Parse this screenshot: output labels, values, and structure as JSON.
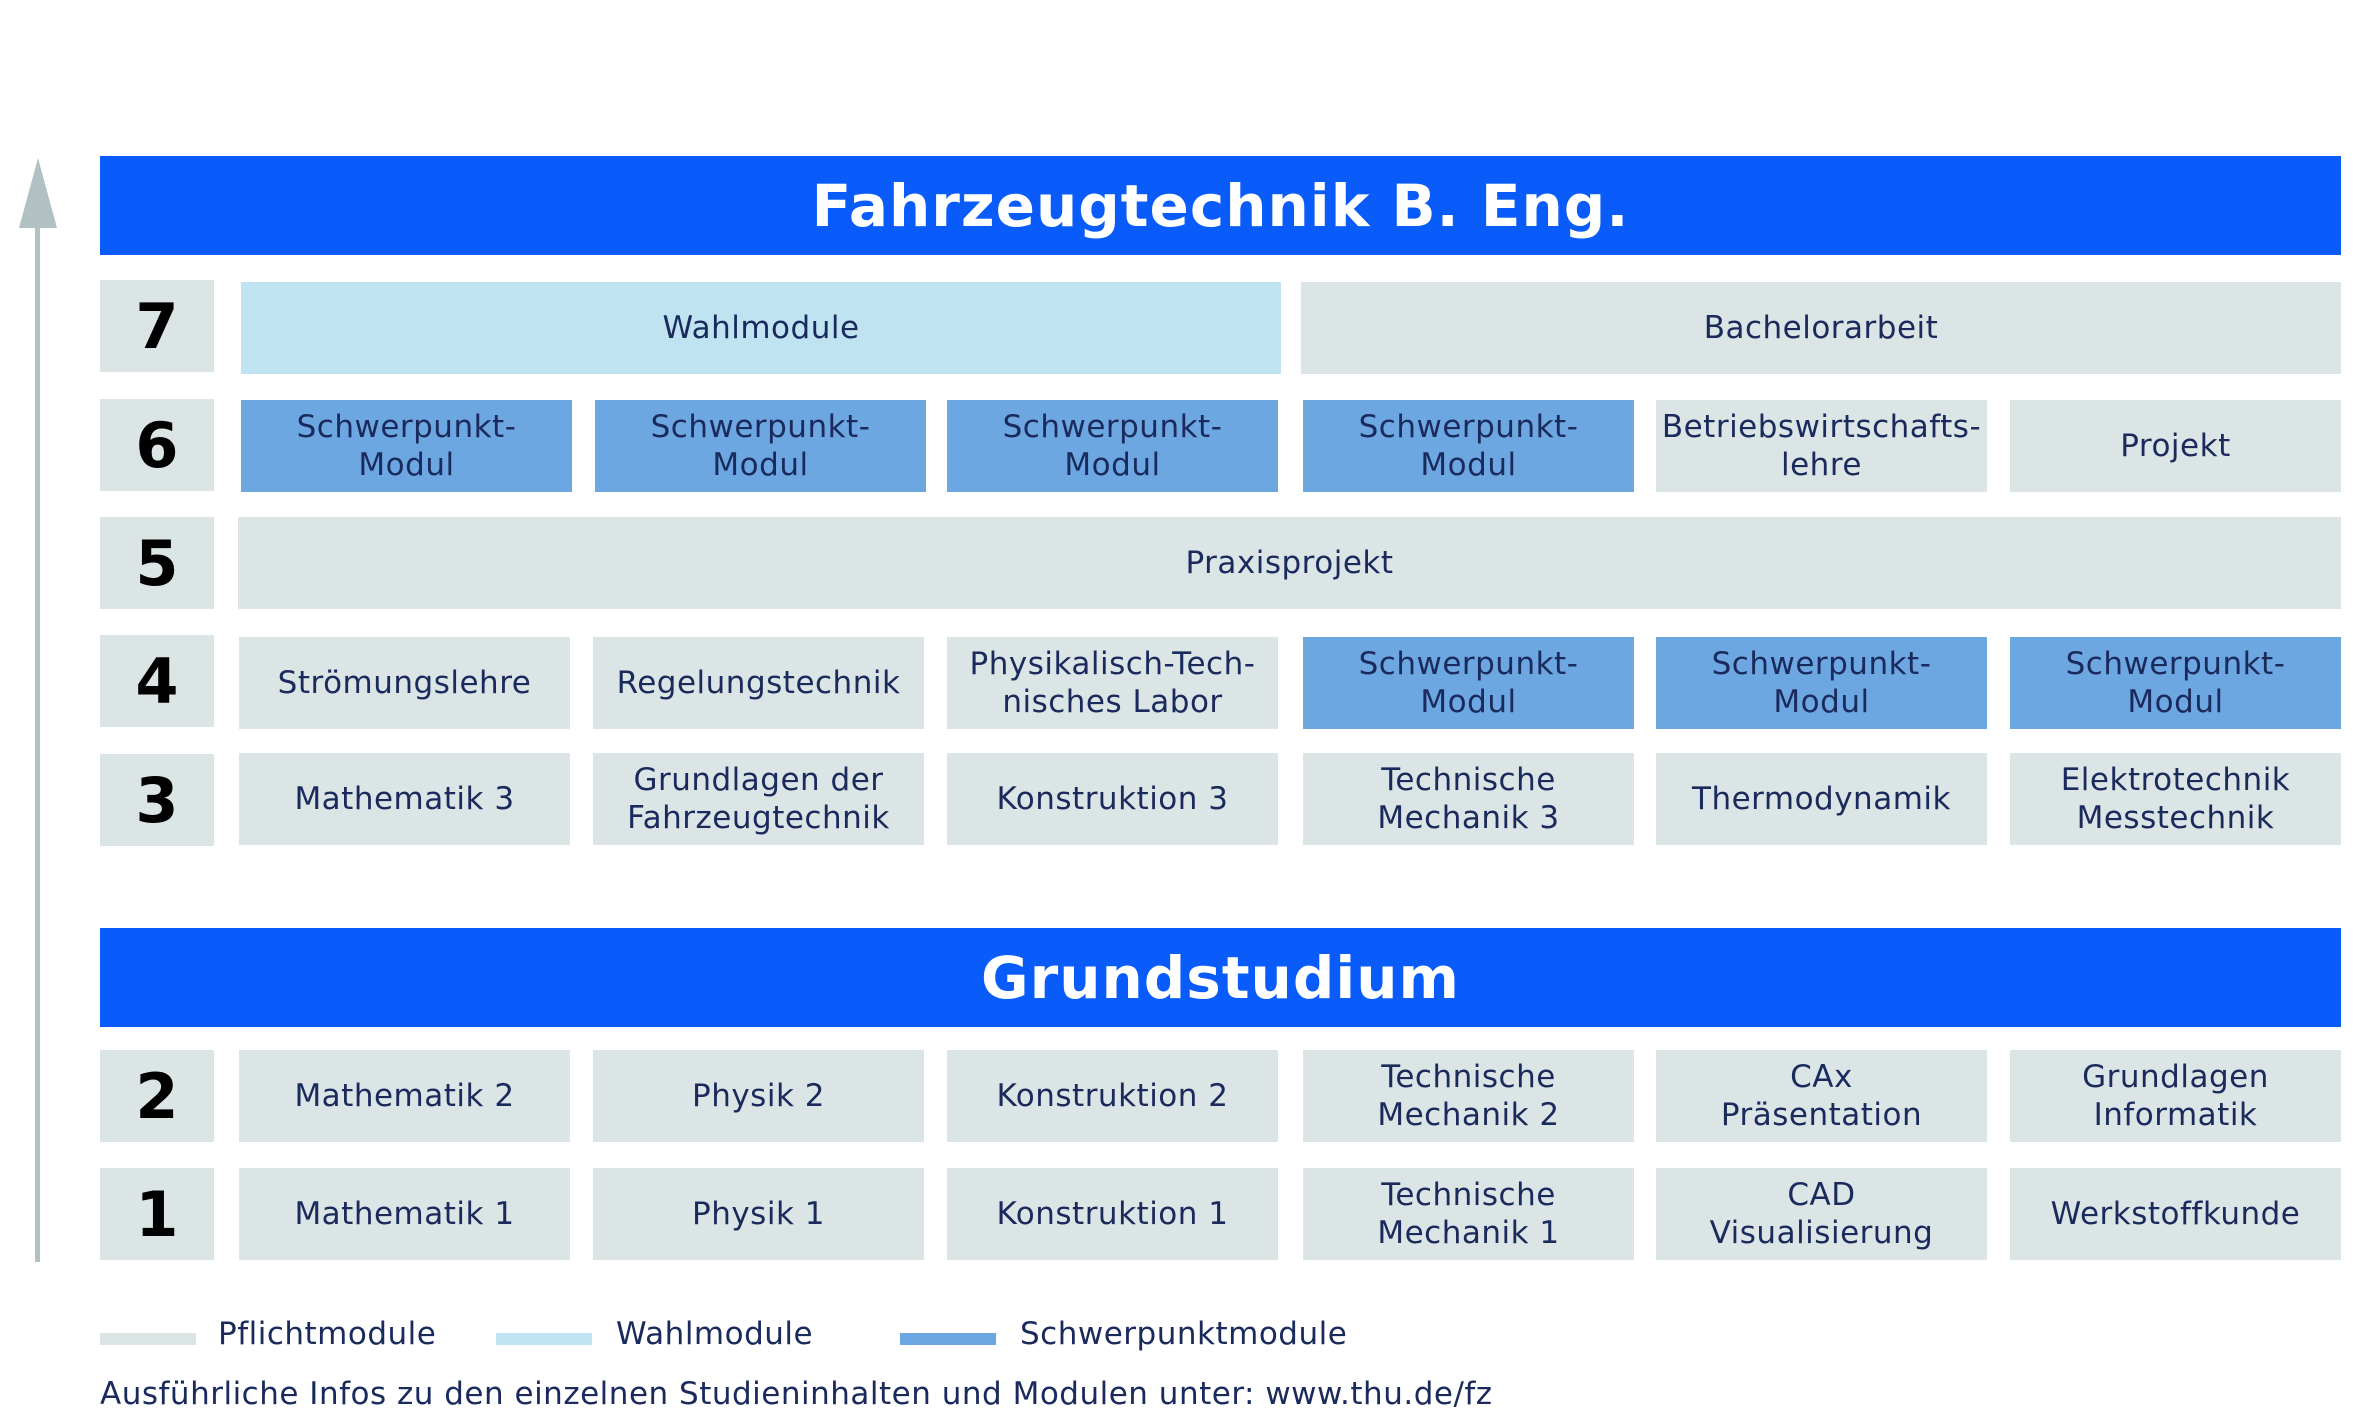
{
  "titles": {
    "main": "Fahrzeugtechnik B. Eng.",
    "basic": "Grundstudium"
  },
  "semesters": {
    "s7": {
      "label": "7",
      "modules": [
        "Wahlmodule",
        "Bachelorarbeit"
      ]
    },
    "s6": {
      "label": "6",
      "modules": [
        "Schwerpunkt-\nModul",
        "Schwerpunkt-\nModul",
        "Schwerpunkt-\nModul",
        "Schwerpunkt-\nModul",
        "Betriebswirtschafts-\nlehre",
        "Projekt"
      ]
    },
    "s5": {
      "label": "5",
      "modules": [
        "Praxisprojekt"
      ]
    },
    "s4": {
      "label": "4",
      "modules": [
        "Strömungslehre",
        "Regelungstechnik",
        "Physikalisch-Tech-\nnisches Labor",
        "Schwerpunkt-\nModul",
        "Schwerpunkt-\nModul",
        "Schwerpunkt-\nModul"
      ]
    },
    "s3": {
      "label": "3",
      "modules": [
        "Mathematik 3",
        "Grundlagen der\nFahrzeugtechnik",
        "Konstruktion 3",
        "Technische\nMechanik 3",
        "Thermodynamik",
        "Elektrotechnik\nMesstechnik"
      ]
    },
    "s2": {
      "label": "2",
      "modules": [
        "Mathematik 2",
        "Physik 2",
        "Konstruktion 2",
        "Technische\nMechanik 2",
        "CAx\nPräsentation",
        "Grundlagen\nInformatik"
      ]
    },
    "s1": {
      "label": "1",
      "modules": [
        "Mathematik 1",
        "Physik 1",
        "Konstruktion 1",
        "Technische\nMechanik 1",
        "CAD\nVisualisierung",
        "Werkstoffkunde"
      ]
    }
  },
  "legend": {
    "pflicht": "Pflichtmodule",
    "wahl": "Wahlmodule",
    "schwerpunkt": "Schwerpunktmodule"
  },
  "colors": {
    "banner": "#0a5cfa",
    "pflicht": "#dbe5e5",
    "wahl": "#bfe3f1",
    "schwerpunkt": "#6da7e2",
    "text": "#1b2a5c"
  },
  "footer": "Ausführliche Infos zu den einzelnen Studieninhalten und Modulen unter: www.thu.de/fz"
}
